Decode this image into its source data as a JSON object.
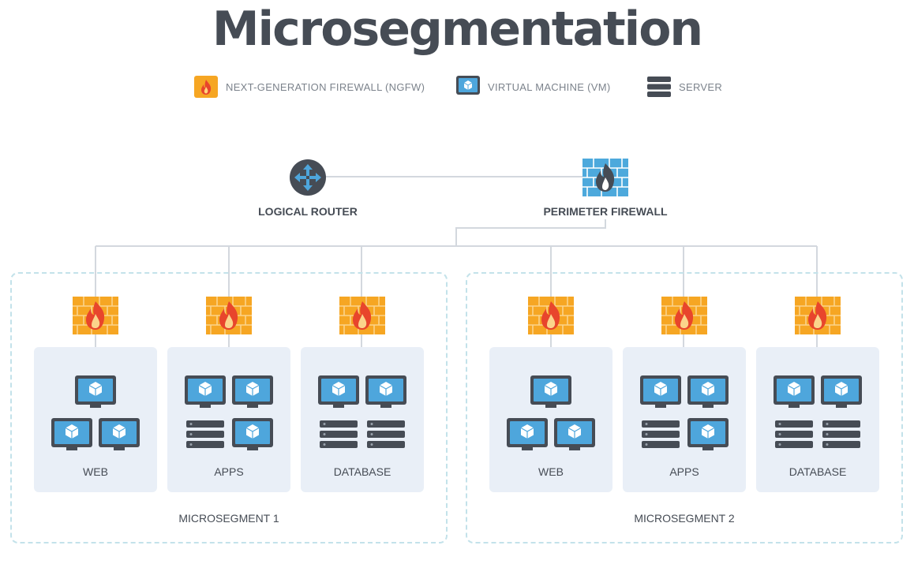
{
  "title": "Microsegmentation",
  "legend": [
    {
      "label": "NEXT-GENERATION FIREWALL (NGFW)",
      "icon": "ngfw-icon"
    },
    {
      "label": "VIRTUAL MACHINE (VM)",
      "icon": "vm-icon"
    },
    {
      "label": "SERVER",
      "icon": "server-icon"
    }
  ],
  "router": {
    "label": "LOGICAL ROUTER",
    "icon": "router-icon"
  },
  "perimeter": {
    "label": "PERIMETER FIREWALL",
    "icon": "perimeter-firewall-icon"
  },
  "segments": [
    {
      "label": "MICROSEGMENT 1",
      "tiers": [
        {
          "label": "WEB"
        },
        {
          "label": "APPS"
        },
        {
          "label": "DATABASE"
        }
      ]
    },
    {
      "label": "MICROSEGMENT 2",
      "tiers": [
        {
          "label": "WEB"
        },
        {
          "label": "APPS"
        },
        {
          "label": "DATABASE"
        }
      ]
    }
  ],
  "colors": {
    "title": "#464c55",
    "ngfw": "#f6a623",
    "ngfw_flame": "#e8452c",
    "perimeter": "#4da9dc",
    "vm_screen": "#4ea6dc",
    "vm_frame": "#464c55",
    "server": "#464c55",
    "tier_bg": "#e9eff7",
    "segment_border": "#c3e2ea",
    "wire": "#d3d8de"
  }
}
